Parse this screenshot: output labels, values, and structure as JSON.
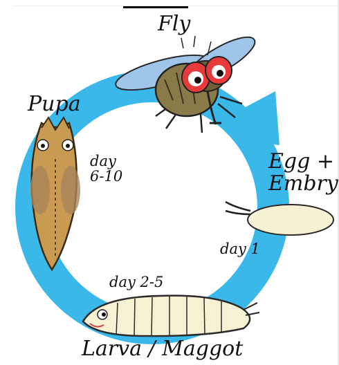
{
  "title": "Fly",
  "stages": {
    "egg_label_line1": "Egg +",
    "egg_label_line2": "Embryo",
    "larva_label": "Larva / Maggot",
    "pupa_label": "Pupa"
  },
  "days": {
    "egg": "day 1",
    "larva": "day 2-5",
    "pupa_line1": "day",
    "pupa_line2": "6-10"
  },
  "colors": {
    "cycle_arrow": "#3ab8ea",
    "fly_eyes": "#e83a3a",
    "fly_wings": "#9fc6ea",
    "pupa_body": "#c99a52",
    "larva_body": "#f7f2d4",
    "egg": "#f6f1d2"
  }
}
